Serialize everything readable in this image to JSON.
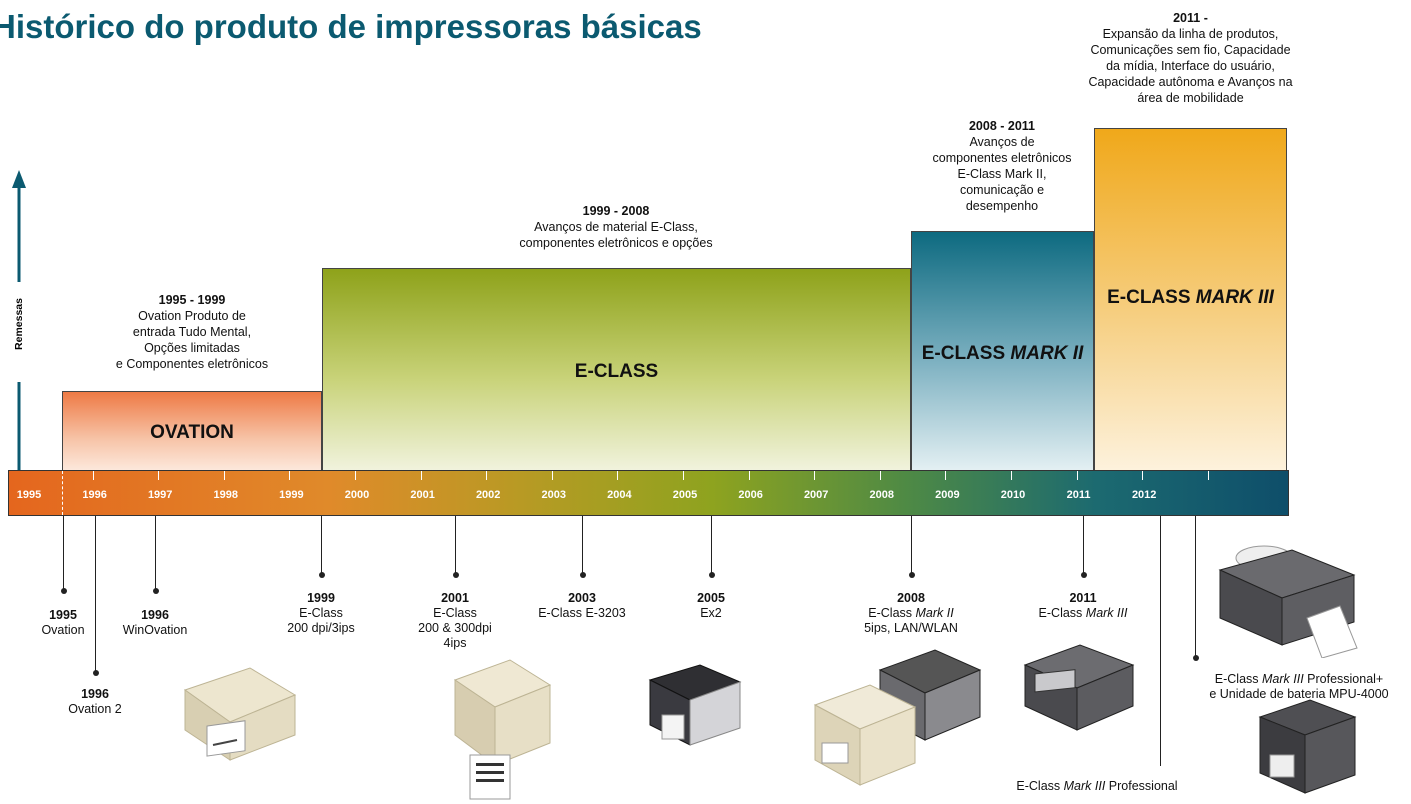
{
  "title": "Histórico do produto de impressoras básicas",
  "axis_label": "Remessas",
  "blocks": {
    "ovation": {
      "label": "OVATION",
      "period": "1995 - 1999",
      "desc": [
        "Ovation Produto de",
        "entrada Tudo Mental,",
        "Opções limitadas",
        "e Componentes eletrônicos"
      ]
    },
    "eclass": {
      "label": "E-CLASS",
      "period": "1999 - 2008",
      "desc": [
        "Avanços de material E-Class,",
        "componentes eletrônicos e opções"
      ]
    },
    "mark2": {
      "label_prefix": "E-CLASS ",
      "label_italic": "MARK II",
      "period": "2008 - 2011",
      "desc": [
        "Avanços de",
        "componentes eletrônicos",
        "E-Class Mark II,",
        "comunicação e",
        "desempenho"
      ]
    },
    "mark3": {
      "label_prefix": "E-CLASS ",
      "label_italic": "MARK III",
      "period": "2011 -",
      "desc": [
        "Expansão da linha de produtos,",
        "Comunicações sem fio, Capacidade",
        "da mídia, Interface do usuário,",
        "Capacidade autônoma e Avanços na",
        "área de mobilidade"
      ]
    }
  },
  "years": [
    "1995",
    "1996",
    "1997",
    "1998",
    "1999",
    "2000",
    "2001",
    "2002",
    "2003",
    "2004",
    "2005",
    "2006",
    "2007",
    "2008",
    "2009",
    "2010",
    "2011",
    "2012"
  ],
  "events": {
    "e1995": {
      "year": "1995",
      "lines": [
        "Ovation"
      ]
    },
    "e1996a": {
      "year": "1996",
      "lines": [
        "WinOvation"
      ]
    },
    "e1996b": {
      "year": "1996",
      "lines": [
        "Ovation 2"
      ]
    },
    "e1999": {
      "year": "1999",
      "lines": [
        "E-Class",
        "200 dpi/3ips"
      ]
    },
    "e2001": {
      "year": "2001",
      "lines": [
        "E-Class",
        "200 & 300dpi",
        "4ips"
      ]
    },
    "e2003": {
      "year": "2003",
      "lines": [
        "E-Class E-3203"
      ]
    },
    "e2005": {
      "year": "2005",
      "lines": [
        "Ex2"
      ]
    },
    "e2008": {
      "year": "2008",
      "line1_prefix": "E-Class ",
      "line1_italic": "Mark II",
      "line2": "5ips, LAN/WLAN"
    },
    "e2011": {
      "year": "2011",
      "line1_prefix": "E-Class ",
      "line1_italic": "Mark III"
    },
    "eprof": {
      "prefix": "E-Class ",
      "italic": "Mark III",
      "suffix": " Professional"
    },
    "eprofplus": {
      "prefix": "E-Class ",
      "italic": "Mark III",
      "suffix": " Professional+",
      "line2": "e Unidade de bateria MPU-4000"
    }
  },
  "colors": {
    "title": "#0b5a70",
    "ovation": "#ee7a45",
    "eclass": "#8aa21c",
    "mark2": "#0f6a80",
    "mark3": "#f0a81a"
  }
}
